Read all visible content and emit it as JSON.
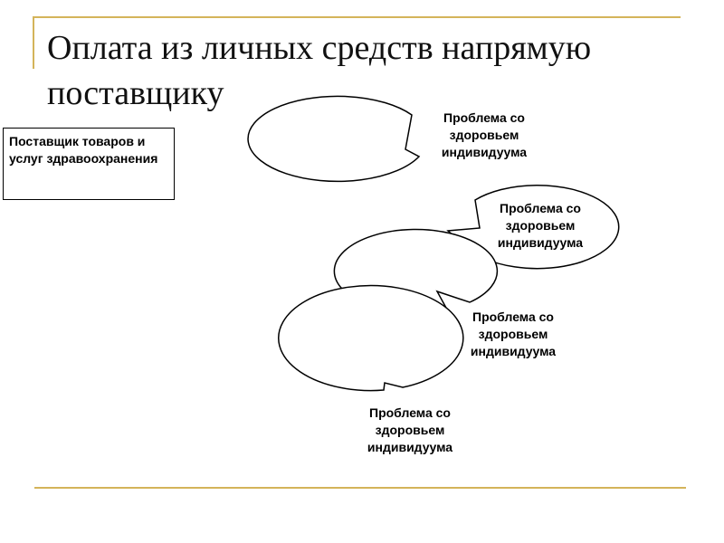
{
  "slide": {
    "title": "Оплата из личных средств напрямую поставщику",
    "provider_label": "Поставщик товаров и услуг здравоохранения"
  },
  "bubbles": [
    {
      "text": "Проблема со здоровьем индивидуума"
    },
    {
      "text": "Проблема со здоровьем индивидуума"
    },
    {
      "text": "Проблема со здоровьем индивидуума"
    },
    {
      "text": "Проблема со здоровьем индивидуума"
    }
  ]
}
